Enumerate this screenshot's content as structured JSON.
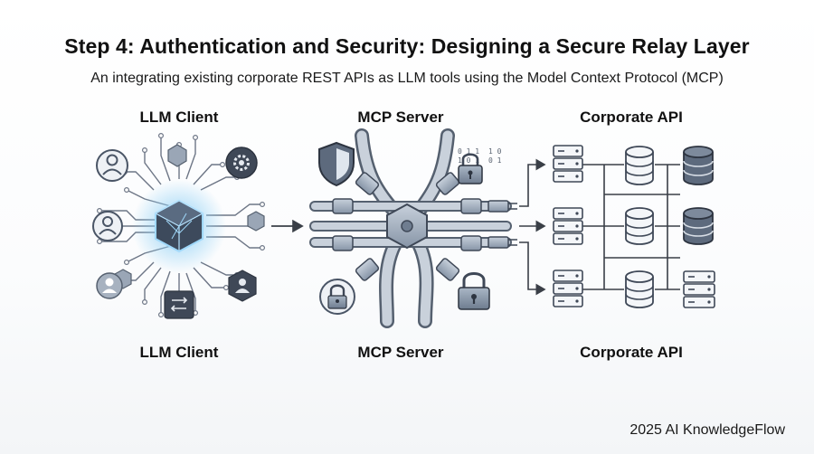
{
  "header": {
    "title": "Step 4: Authentication and Security: Designing a Secure Relay Layer",
    "subtitle": "An integrating existing corporate REST APIs as LLM tools using the Model Context Protocol (MCP)"
  },
  "columns": {
    "client": {
      "top_label": "LLM Client",
      "bottom_label": "LLM Client"
    },
    "server": {
      "top_label": "MCP Server",
      "bottom_label": "MCP Server"
    },
    "api": {
      "top_label": "Corporate API",
      "bottom_label": "Corporate API"
    }
  },
  "footer": {
    "credit": "2025 AI KnowledgeFlow"
  },
  "icons": {
    "client": [
      "user-icon",
      "gear-icon",
      "user-icon",
      "user-icon",
      "swap-icon",
      "hexagon-user-icon",
      "cube-icon"
    ],
    "server": [
      "shield-icon",
      "lock-icon",
      "binary-lock-icon",
      "lock-icon",
      "lock-icon",
      "connector-hub-icon"
    ],
    "api": [
      "server-rack-icon",
      "database-icon"
    ]
  },
  "colors": {
    "accent_glow": "#7cc4ef",
    "icon_fill": "#8a9aae",
    "icon_stroke": "#4a5566",
    "line": "#5b6370"
  }
}
